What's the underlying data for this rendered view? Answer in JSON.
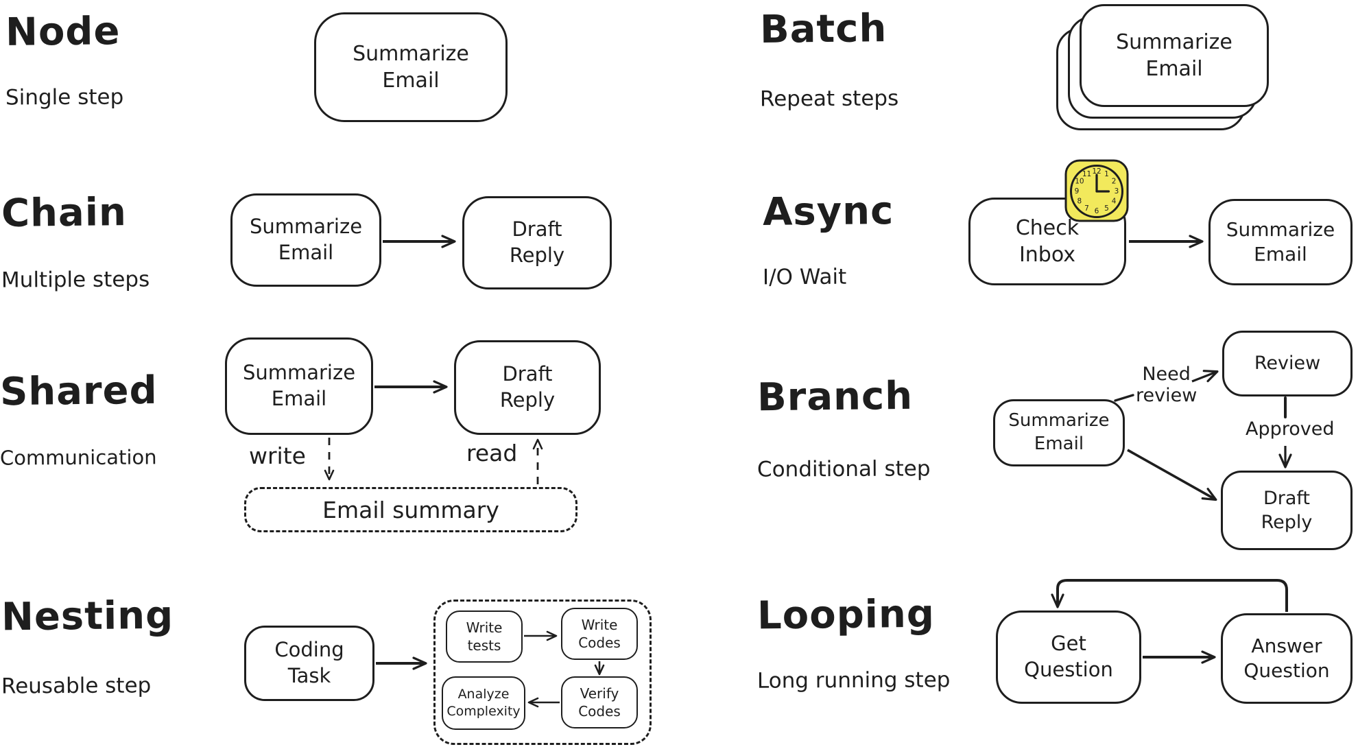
{
  "canvas": {
    "background": "#ffffff",
    "ink": "#1e1e1e"
  },
  "sections": {
    "node": {
      "title": "Node",
      "subtitle": "Single step",
      "box": "Summarize\nEmail"
    },
    "chain": {
      "title": "Chain",
      "subtitle": "Multiple steps",
      "boxes": [
        "Summarize\nEmail",
        "Draft\nReply"
      ]
    },
    "shared": {
      "title": "Shared",
      "subtitle": "Communication",
      "boxes": [
        "Summarize\nEmail",
        "Draft\nReply"
      ],
      "write_label": "write",
      "read_label": "read",
      "store_label": "Email summary"
    },
    "nesting": {
      "title": "Nesting",
      "subtitle": "Reusable step",
      "box": "Coding\nTask",
      "inner_boxes": [
        "Write\ntests",
        "Write\nCodes",
        "Analyze\nComplexity",
        "Verify\nCodes"
      ]
    },
    "batch": {
      "title": "Batch",
      "subtitle": "Repeat steps",
      "box": "Summarize\nEmail"
    },
    "async": {
      "title": "Async",
      "subtitle": "I/O Wait",
      "boxes": [
        "Check\nInbox",
        "Summarize\nEmail"
      ],
      "clock_color": "#f2e95c"
    },
    "branch": {
      "title": "Branch",
      "subtitle": "Conditional step",
      "boxes": [
        "Summarize\nEmail",
        "Review",
        "Draft\nReply"
      ],
      "need_review_label": "Need\nreview",
      "approved_label": "Approved"
    },
    "looping": {
      "title": "Looping",
      "subtitle": "Long running step",
      "boxes": [
        "Get\nQuestion",
        "Answer\nQuestion"
      ]
    }
  },
  "icons": {
    "clock": {
      "numerals": [
        "12",
        "1",
        "2",
        "3",
        "4",
        "5",
        "6",
        "7",
        "8",
        "9",
        "10",
        "11"
      ]
    }
  }
}
